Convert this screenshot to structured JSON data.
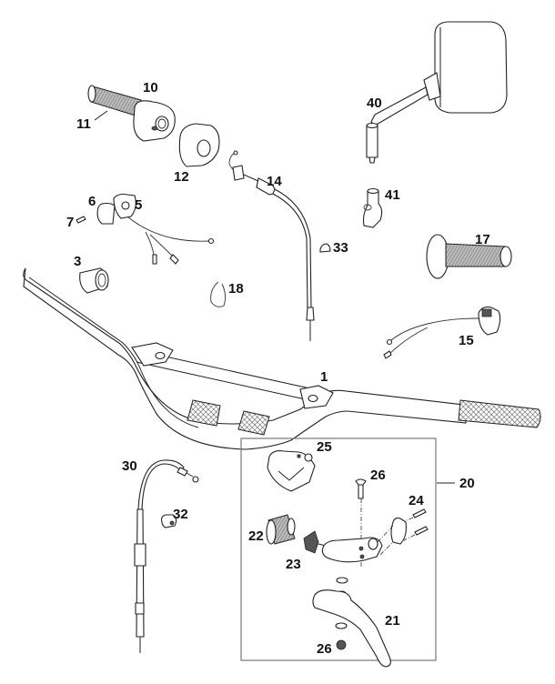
{
  "diagram": {
    "title": "Handlebar assembly exploded parts view",
    "group_box": {
      "label": "20",
      "members": [
        "21",
        "22",
        "23",
        "24",
        "25",
        "26"
      ]
    },
    "parts": [
      {
        "id": "1",
        "label": "1",
        "description": "handlebar"
      },
      {
        "id": "3",
        "label": "3",
        "description": "bushing / sleeve"
      },
      {
        "id": "5",
        "label": "5",
        "description": "switch housing"
      },
      {
        "id": "6",
        "label": "6",
        "description": "switch clamp"
      },
      {
        "id": "7",
        "label": "7",
        "description": "screw"
      },
      {
        "id": "10",
        "label": "10",
        "description": "throttle housing"
      },
      {
        "id": "11",
        "label": "11",
        "description": "throttle grip"
      },
      {
        "id": "12",
        "label": "12",
        "description": "throttle cover"
      },
      {
        "id": "14",
        "label": "14",
        "description": "throttle cable"
      },
      {
        "id": "15",
        "label": "15",
        "description": "kill switch"
      },
      {
        "id": "17",
        "label": "17",
        "description": "left grip"
      },
      {
        "id": "18",
        "label": "18",
        "description": "cable tie"
      },
      {
        "id": "20",
        "label": "20",
        "description": "clutch lever assembly"
      },
      {
        "id": "21",
        "label": "21",
        "description": "clutch lever"
      },
      {
        "id": "22",
        "label": "22",
        "description": "rubber boot"
      },
      {
        "id": "23",
        "label": "23",
        "description": "adjuster screw"
      },
      {
        "id": "24",
        "label": "24",
        "description": "clamp screws"
      },
      {
        "id": "25",
        "label": "25",
        "description": "lever cover"
      },
      {
        "id": "26",
        "label": "26",
        "description": "pivot bolt"
      },
      {
        "id": "26b",
        "label": "26",
        "description": "pivot nut"
      },
      {
        "id": "30",
        "label": "30",
        "description": "clutch cable"
      },
      {
        "id": "32",
        "label": "32",
        "description": "cable clip"
      },
      {
        "id": "33",
        "label": "33",
        "description": "cable end cap"
      },
      {
        "id": "40",
        "label": "40",
        "description": "mirror"
      },
      {
        "id": "41",
        "label": "41",
        "description": "mirror mount"
      }
    ]
  }
}
